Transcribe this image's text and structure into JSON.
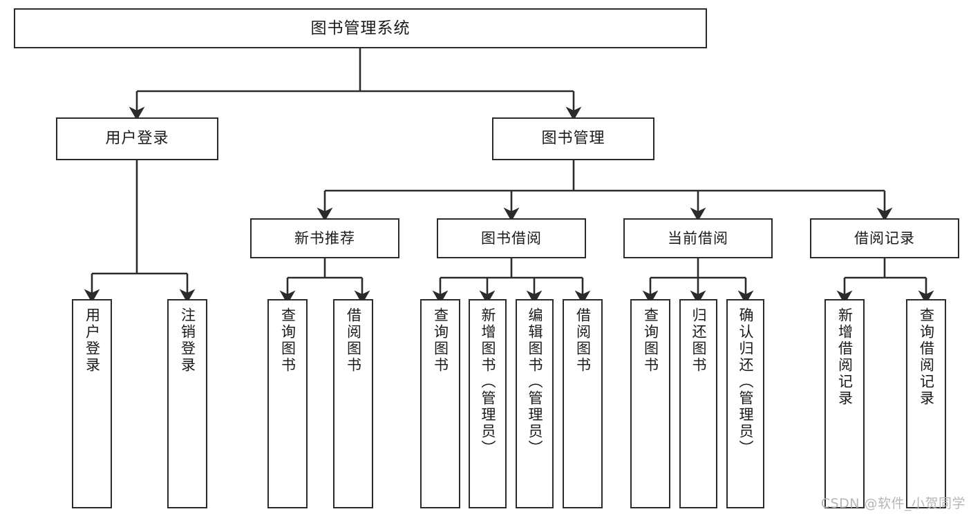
{
  "diagram": {
    "title": "图书管理系统",
    "type": "tree-hierarchy",
    "root": {
      "label": "图书管理系统"
    },
    "level1": [
      {
        "label": "用户登录"
      },
      {
        "label": "图书管理"
      }
    ],
    "level2": [
      {
        "label": "新书推荐"
      },
      {
        "label": "图书借阅"
      },
      {
        "label": "当前借阅"
      },
      {
        "label": "借阅记录"
      }
    ],
    "leaves": {
      "user_login": [
        {
          "label": "用户登录"
        },
        {
          "label": "注销登录"
        }
      ],
      "new_book_recommend": [
        {
          "label": "查询图书"
        },
        {
          "label": "借阅图书"
        }
      ],
      "book_borrow": [
        {
          "label": "查询图书"
        },
        {
          "label": "新增图书（管理员）"
        },
        {
          "label": "编辑图书（管理员）"
        },
        {
          "label": "借阅图书"
        }
      ],
      "current_borrow": [
        {
          "label": "查询图书"
        },
        {
          "label": "归还图书"
        },
        {
          "label": "确认归还（管理员）"
        }
      ],
      "borrow_record": [
        {
          "label": "新增借阅记录"
        },
        {
          "label": "查询借阅记录"
        }
      ]
    }
  },
  "watermark": {
    "text": "CSDN @软件_小贺同学"
  },
  "colors": {
    "stroke": "#2b2b2b",
    "background": "#ffffff",
    "text": "#1a1a1a",
    "watermark": "#b6b6b6"
  }
}
